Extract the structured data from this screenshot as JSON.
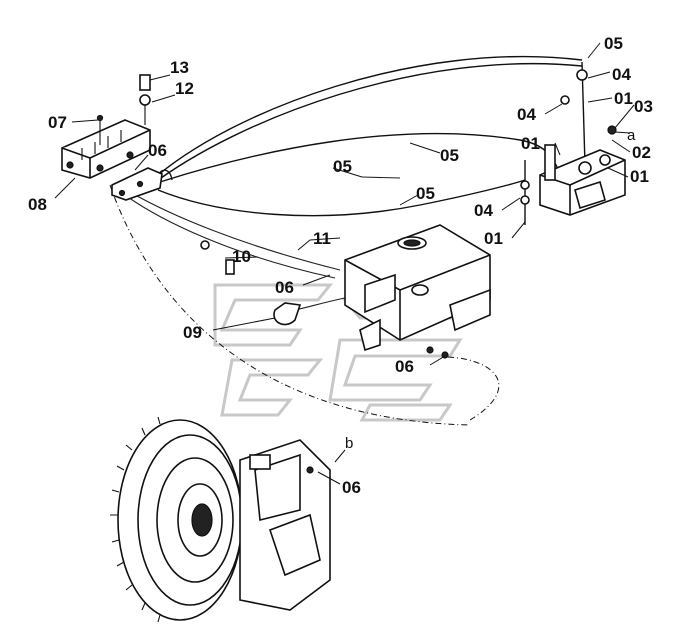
{
  "labels": {
    "l01a": "01",
    "l01b": "01",
    "l01c": "01",
    "l01d": "01",
    "l02": "02",
    "l03": "03",
    "l04a": "04",
    "l04b": "04",
    "l04c": "04",
    "l05a": "05",
    "l05b": "05",
    "l05c": "05",
    "l05d": "05",
    "l06a": "06",
    "l06b": "06",
    "l06c": "06",
    "l06d": "06",
    "l07": "07",
    "l08": "08",
    "l09": "09",
    "l10": "10",
    "l11": "11",
    "l12": "12",
    "l13": "13",
    "la": "a",
    "lb": "b"
  }
}
